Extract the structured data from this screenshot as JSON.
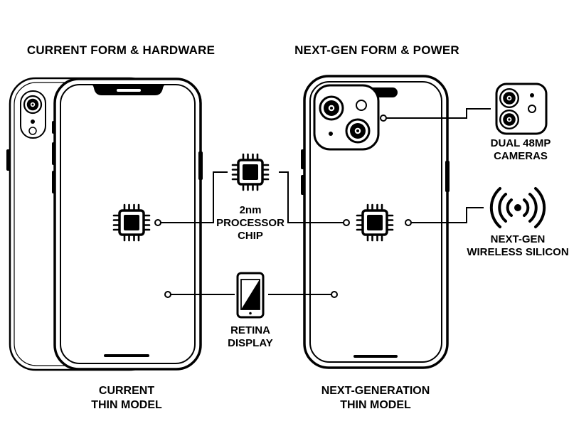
{
  "headings": {
    "current": "CURRENT FORM & HARDWARE",
    "next": "NEXT-GEN FORM & POWER"
  },
  "callouts": {
    "processor": {
      "line1": "2nm",
      "line2": "PROCESSOR",
      "line3": "CHIP",
      "icon": "processor-chip-icon"
    },
    "display": {
      "line1": "RETINA",
      "line2": "DISPLAY",
      "icon": "phone-display-icon"
    },
    "cameras": {
      "line1": "DUAL 48MP",
      "line2": "CAMERAS",
      "icon": "dual-camera-icon"
    },
    "wireless": {
      "line1": "NEXT-GEN",
      "line2": "WIRELESS SILICON",
      "icon": "wireless-signal-icon"
    }
  },
  "footers": {
    "current": {
      "line1": "CURRENT",
      "line2": "THIN MODEL"
    },
    "next": {
      "line1": "NEXT-GENERATION",
      "line2": "THIN MODEL"
    }
  },
  "colors": {
    "ink": "#000000",
    "paper": "#ffffff"
  }
}
